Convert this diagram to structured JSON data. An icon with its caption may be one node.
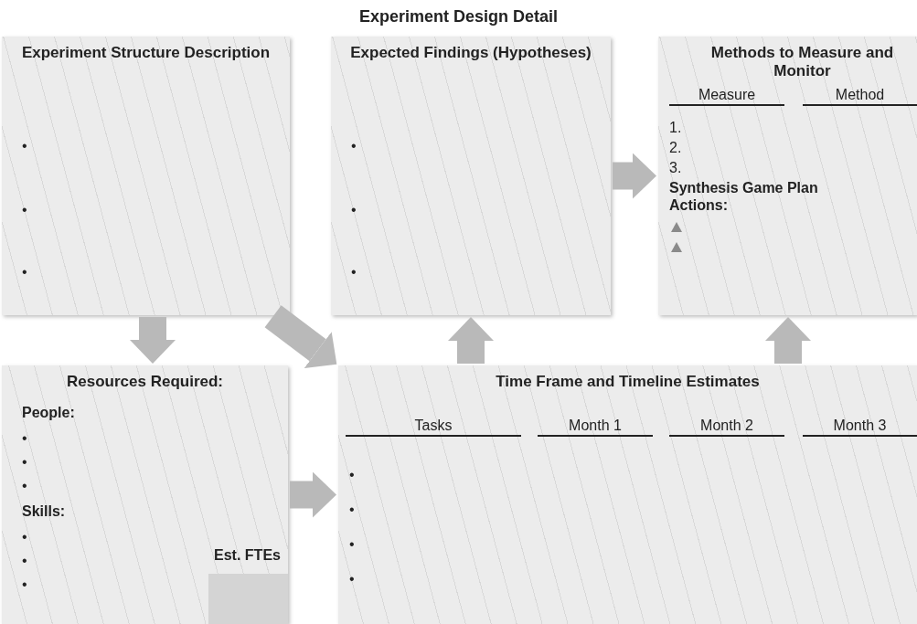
{
  "diagram": {
    "title": "Experiment Design Detail",
    "nodes": [
      {
        "text": [
          "Experiment Structure Description",
          "•",
          "•",
          "•"
        ]
      },
      {
        "text": [
          "Expected Findings (Hypotheses)",
          "•",
          "•",
          "•"
        ]
      },
      {
        "text": [
          "Methods to Measure and Monitor",
          "Measure",
          "Method",
          "1.",
          "2.",
          "3.",
          "Synthesis Game Plan Actions:"
        ]
      },
      {
        "text": [
          "Resources Required:",
          "People:",
          "•",
          "•",
          "•",
          "Skills:",
          "•",
          "•",
          "•"
        ]
      },
      {
        "text": [
          "Est. FTEs"
        ],
        "in": 3
      },
      {
        "text": [
          "Time Frame and Timeline Estimates",
          "Tasks",
          "Month 1",
          "Month 2",
          "Month 3",
          "•",
          "•",
          "•",
          "•"
        ]
      }
    ],
    "edges": [
      {
        "from": 0,
        "to": 3,
        "arrow": "to"
      },
      {
        "from": 0,
        "to": 5,
        "arrow": "to"
      },
      {
        "from": 1,
        "to": 2,
        "arrow": "to"
      },
      {
        "from": 5,
        "to": 1,
        "arrow": "to"
      },
      {
        "from": 5,
        "to": 2,
        "arrow": "to"
      },
      {
        "from": 3,
        "to": 5,
        "arrow": "to"
      }
    ]
  }
}
